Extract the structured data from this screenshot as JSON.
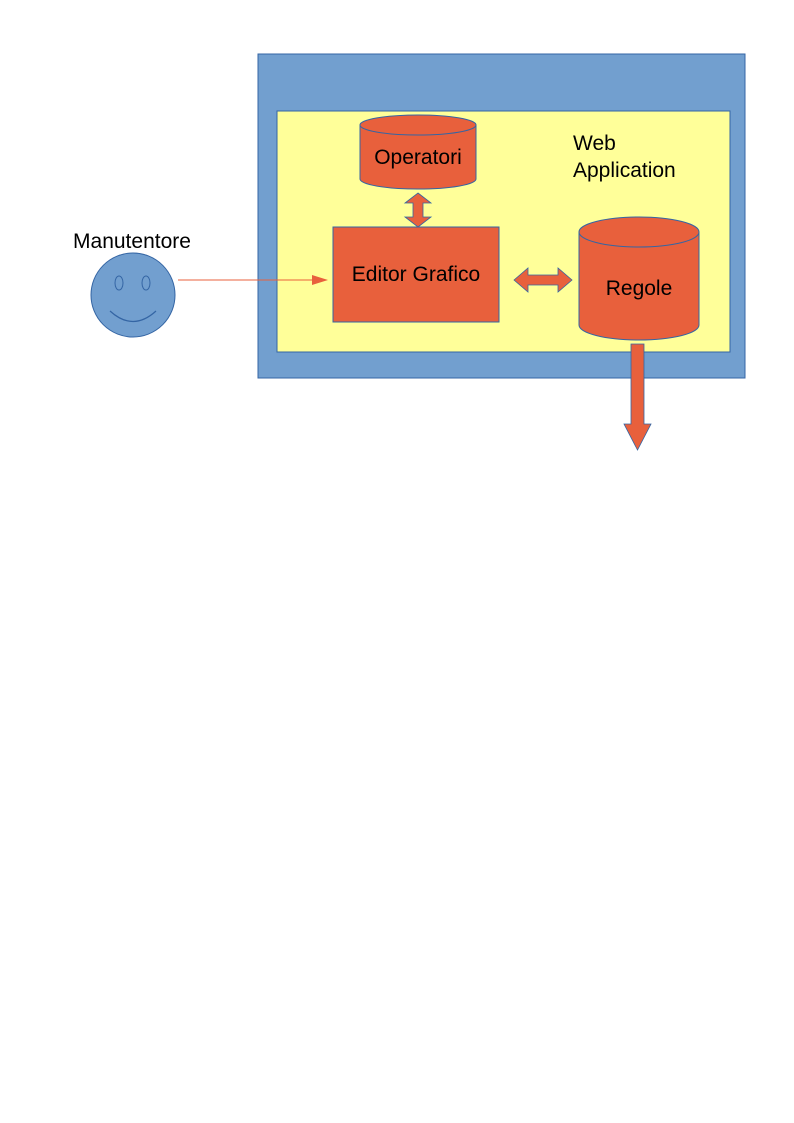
{
  "diagram": {
    "actor_label": "Manutentore",
    "container_label_line1": "Web",
    "container_label_line2": "Application",
    "operatori_label": "Operatori",
    "editor_label": "Editor Grafico",
    "regole_label": "Regole"
  },
  "colors": {
    "outer_frame": "#729fcf",
    "inner_panel": "#ffff99",
    "component_fill": "#e8603c",
    "component_stroke": "#3465a4",
    "actor_fill": "#729fcf",
    "actor_stroke": "#3465a4",
    "connector": "#e8603c"
  }
}
